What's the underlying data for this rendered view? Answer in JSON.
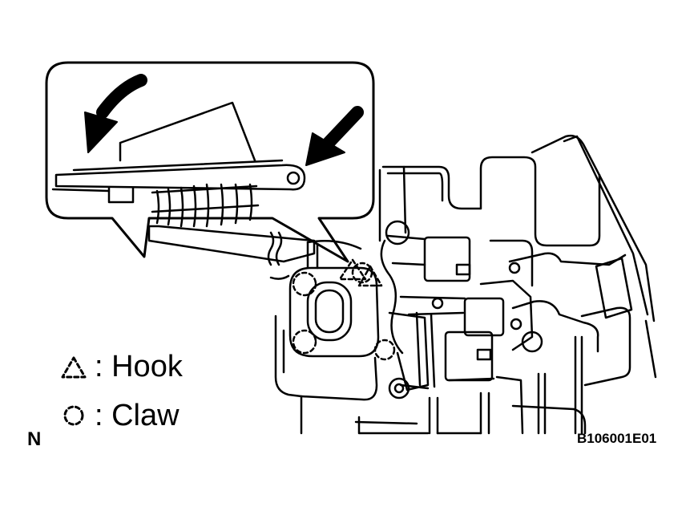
{
  "legend": {
    "hook": {
      "symbol": "triangle-dashed-icon",
      "label": ": Hook"
    },
    "claw": {
      "symbol": "circle-dashed-icon",
      "label": ": Claw"
    }
  },
  "orientation_mark": "N",
  "figure_code": "B106001E01",
  "colors": {
    "line": "#000000",
    "background": "#ffffff"
  }
}
